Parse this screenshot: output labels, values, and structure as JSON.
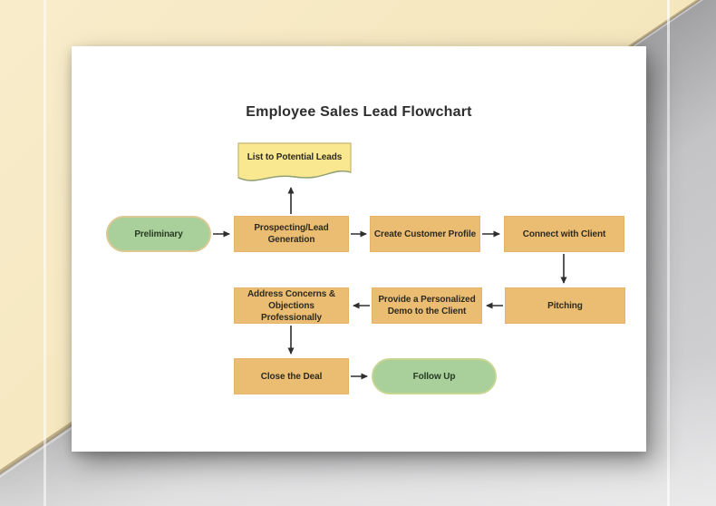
{
  "page": {
    "title": "Employee Sales Lead Flowchart"
  },
  "flowchart": {
    "nodes": [
      {
        "id": "list-to-potential-leads",
        "label": "List to Potential Leads",
        "shape": "document"
      },
      {
        "id": "preliminary",
        "label": "Preliminary",
        "shape": "terminator"
      },
      {
        "id": "prospecting-lead-generation",
        "label": "Prospecting/Lead Generation",
        "shape": "process"
      },
      {
        "id": "create-customer-profile",
        "label": "Create Customer Profile",
        "shape": "process"
      },
      {
        "id": "connect-with-client",
        "label": "Connect with Client",
        "shape": "process"
      },
      {
        "id": "pitching",
        "label": "Pitching",
        "shape": "process"
      },
      {
        "id": "provide-personalized-demo",
        "label": "Provide a Personalized Demo to the Client",
        "shape": "process"
      },
      {
        "id": "address-concerns",
        "label": "Address Concerns & Objections Professionally",
        "shape": "process"
      },
      {
        "id": "close-the-deal",
        "label": "Close the Deal",
        "shape": "process"
      },
      {
        "id": "follow-up",
        "label": "Follow Up",
        "shape": "terminator"
      }
    ],
    "edges": [
      {
        "from": "preliminary",
        "to": "prospecting-lead-generation"
      },
      {
        "from": "prospecting-lead-generation",
        "to": "list-to-potential-leads"
      },
      {
        "from": "prospecting-lead-generation",
        "to": "create-customer-profile"
      },
      {
        "from": "create-customer-profile",
        "to": "connect-with-client"
      },
      {
        "from": "connect-with-client",
        "to": "pitching"
      },
      {
        "from": "pitching",
        "to": "provide-personalized-demo"
      },
      {
        "from": "provide-personalized-demo",
        "to": "address-concerns"
      },
      {
        "from": "address-concerns",
        "to": "close-the-deal"
      },
      {
        "from": "close-the-deal",
        "to": "follow-up"
      }
    ],
    "colors": {
      "process_fill": "#eabd72",
      "terminator_fill": "#a9cf9b",
      "terminator_border_start": "#dcc893",
      "terminator_border_end": "#c8d693",
      "document_fill": "#f9e88f",
      "arrow": "#2f2f2f",
      "title_text": "#2d2d2d",
      "page_background": "#ffffff",
      "backdrop_yellow": "#f5e7bd",
      "backdrop_gray": "#c6c6c8"
    }
  }
}
